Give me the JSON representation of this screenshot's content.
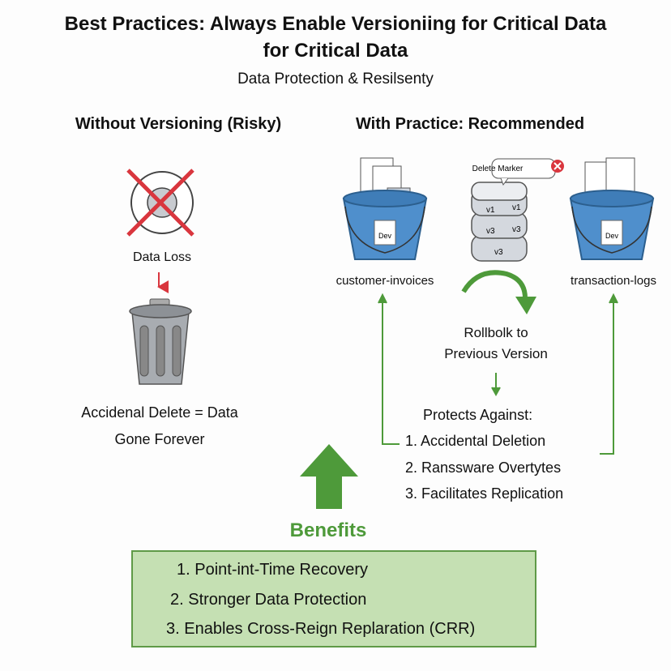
{
  "title_line1": "Best Practices: Always Enable Versioniing for Critical Data",
  "title_line2": "for Critical Data",
  "subtitle": "Data Protection & Resilsenty",
  "left": {
    "heading": "Without Versioning (Risky)",
    "data_loss": "Data Loss",
    "desc_line1": "Accidenal Delete = Data",
    "desc_line2": "Gone Forever"
  },
  "right": {
    "heading": "With Practice: Recommended",
    "bucket_left": "customer-invoices",
    "bucket_right": "transaction-logs",
    "bucket_tag": "Dev",
    "delete_marker": "Delete Marker",
    "versions": [
      "v1",
      "v1",
      "v3",
      "v3",
      "v3"
    ],
    "rollback_line1": "Rollbolk to",
    "rollback_line2": "Previous Version",
    "protects_heading": "Protects Against:",
    "protects": [
      "1. Accidental Deletion",
      "2. Ranssware Overtytes",
      "3. Facilitates Replication"
    ]
  },
  "benefits": {
    "heading": "Benefits",
    "items": [
      "1. Point-int-Time Recovery",
      "2. Stronger Data Protection",
      "3. Enables Cross-Reign Replaration (CRR)"
    ]
  },
  "colors": {
    "green": "#4e9a3a",
    "red": "#d9363e",
    "blue": "#4f8fcc"
  }
}
